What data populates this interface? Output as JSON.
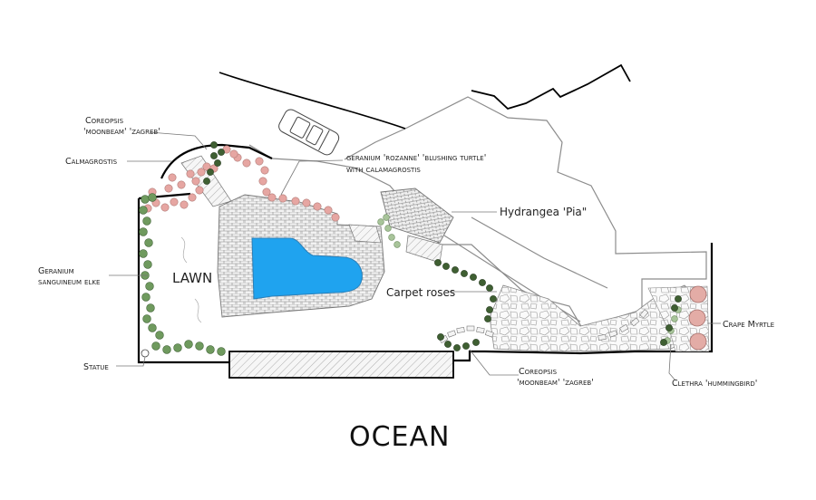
{
  "plan": {
    "lawn_label": "LAWN",
    "ocean_label": "OCEAN",
    "labels": {
      "coreopsis_top_1": "Coreopsis",
      "coreopsis_top_2": "'moonbeam' 'zagreb'",
      "calmagrostis": "Calmagrostis",
      "geranium_rozanne_1": "geranium 'rozanne' 'blushing turtle'",
      "geranium_rozanne_2": "with calamagrostis",
      "hydrangea": "Hydrangea 'Pia\"",
      "geranium_sang_1": "Geranium",
      "geranium_sang_2": "sanguineum elke",
      "carpet_roses": "Carpet roses",
      "statue": "Statue",
      "coreopsis_bottom_1": "Coreopsis",
      "coreopsis_bottom_2": "'moonbeam' 'zagreb'",
      "crape_myrtle": "Crape Myrtle",
      "clethra": "Clethra 'hummingbird'"
    },
    "colors": {
      "pool": "#1fa3ef",
      "pink_plants": "#e6a6a2",
      "green_plants": "#6f9a5e",
      "dark_green_plants": "#3f5f32",
      "pavers": "#bdbdbd",
      "boundary": "#000000"
    },
    "icons": {
      "car": "car-icon"
    }
  }
}
